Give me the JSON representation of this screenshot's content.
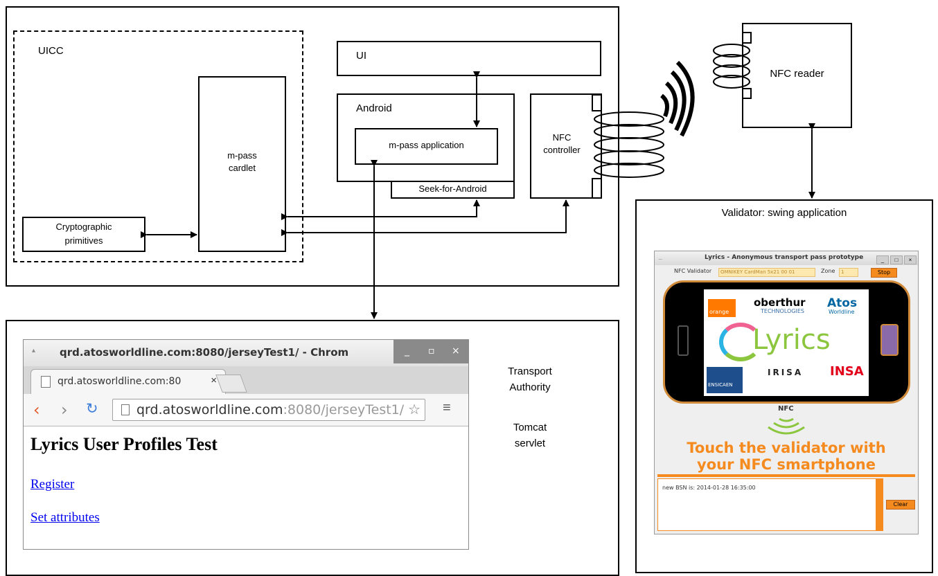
{
  "diagram": {
    "uicc_label": "UICC",
    "mpass_cardlet_line1": "m-pass",
    "mpass_cardlet_line2": "cardlet",
    "crypto_line1": "Cryptographic",
    "crypto_line2": "primitives",
    "ui_label": "UI",
    "android_label": "Android",
    "mpass_app_label": "m-pass application",
    "seek_label": "Seek-for-Android",
    "nfc_controller_line1": "NFC",
    "nfc_controller_line2": "controller",
    "nfc_reader_label": "NFC reader",
    "validator_label": "Validator: swing application",
    "ta_line1": "Transport",
    "ta_line2": "Authority",
    "tomcat_line1": "Tomcat",
    "tomcat_line2": "servlet"
  },
  "browser": {
    "window_title": "qrd.atosworldline.com:8080/jerseyTest1/ - Chrom",
    "tab_title": "qrd.atosworldline.com:80",
    "tab_close": "×",
    "url_host": "qrd.atosworldline.com",
    "url_rest": ":8080/jerseyTest1/",
    "heading": "Lyrics User Profiles Test",
    "link_register": "Register",
    "link_set_attributes": "Set attributes"
  },
  "validator_app": {
    "window_title": "Lyrics - Anonymous transport pass prototype",
    "nfc_validator_label": "NFC Validator",
    "reader_value": "OMNIKEY CardMan 5x21  00 01",
    "zone_label": "Zone",
    "zone_value": "1",
    "stop_button": "Stop",
    "logo_orange": "orange",
    "logo_oberthur": "oberthur",
    "logo_oberthur_sub": "TECHNOLOGIES",
    "logo_atos": "Atos",
    "logo_atos_sub": "Worldline",
    "logo_lyrics": "Lyrics",
    "logo_ensicaen": "ENSICAEN",
    "logo_irisa": "IRISA",
    "logo_insa": "INSA",
    "nfc_label": "NFC",
    "touch_line1": "Touch the validator with",
    "touch_line2": "your NFC smartphone",
    "log_text": "new BSN is: 2014-01-28 16:35:00",
    "clear_button": "Clear"
  },
  "colors": {
    "accent_orange": "#f58a1f",
    "link_blue": "#0000ee",
    "lyrics_green": "#8cc63f"
  }
}
